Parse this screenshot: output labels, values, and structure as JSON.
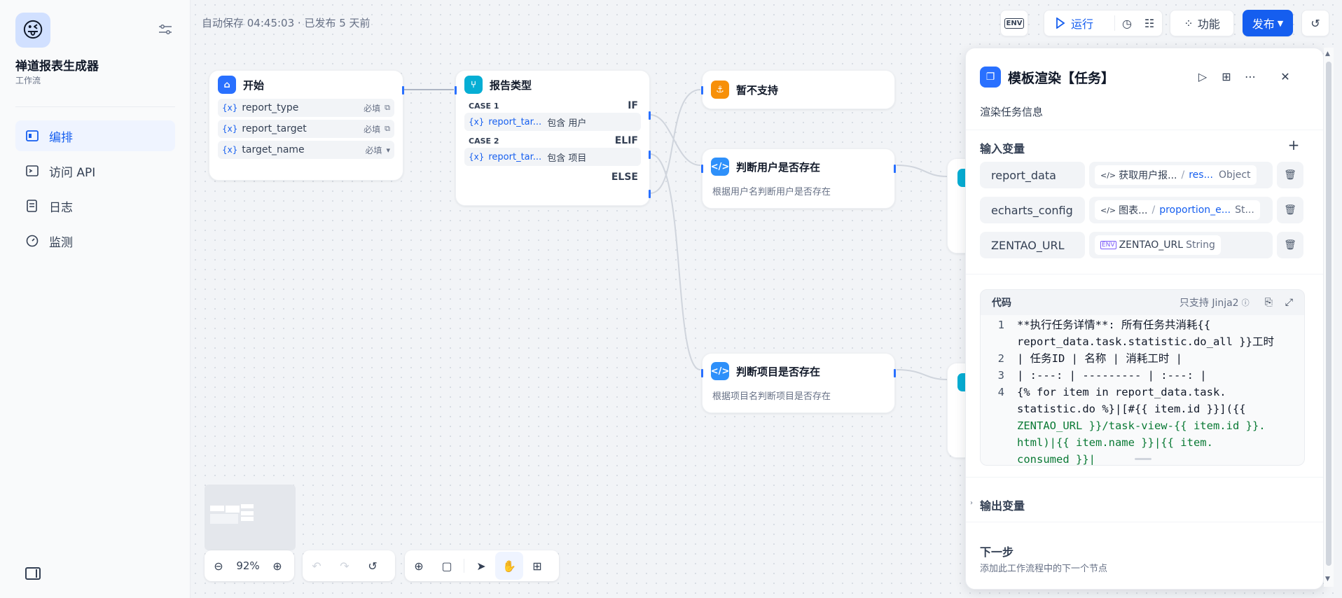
{
  "app": {
    "name": "禅道报表生成器",
    "type": "工作流",
    "logo": "😜"
  },
  "nav": [
    {
      "label": "编排",
      "icon": "layout-icon",
      "active": true
    },
    {
      "label": "访问 API",
      "icon": "terminal-icon",
      "active": false
    },
    {
      "label": "日志",
      "icon": "log-icon",
      "active": false
    },
    {
      "label": "监测",
      "icon": "monitor-icon",
      "active": false
    }
  ],
  "toolbar": {
    "autosave": "自动保存 04:45:03 · 已发布 5 天前",
    "env": "ENV",
    "run": "运行",
    "features": "功能",
    "publish": "发布"
  },
  "nodes": {
    "start": {
      "title": "开始",
      "vars": [
        {
          "name": "report_type",
          "req": "必填"
        },
        {
          "name": "report_target",
          "req": "必填"
        },
        {
          "name": "target_name",
          "req": "必填"
        }
      ]
    },
    "ifelse": {
      "title": "报告类型",
      "case1": "CASE 1",
      "case1_kw": "IF",
      "case1_var": "report_tar...",
      "case1_cond": "包含 用户",
      "case2": "CASE 2",
      "case2_kw": "ELIF",
      "case2_var": "report_tar...",
      "case2_cond": "包含 项目",
      "else_kw": "ELSE"
    },
    "unsupported": {
      "title": "暂不支持"
    },
    "check_user": {
      "title": "判断用户是否存在",
      "desc": "根据用户名判断用户是否存在"
    },
    "check_project": {
      "title": "判断项目是否存在",
      "desc": "根据项目名判断项目是否存在"
    }
  },
  "zoom": {
    "level": "92%"
  },
  "panel": {
    "title": "模板渲染【任务】",
    "desc": "渲染任务信息",
    "input_section": "输入变量",
    "inputs": [
      {
        "name": "report_data",
        "src": "获取用户报...",
        "sep": "/",
        "var": "res...",
        "type": "Object"
      },
      {
        "name": "echarts_config",
        "src": "图表...",
        "sep": "/",
        "var": "proportion_e...",
        "type": "St..."
      },
      {
        "name": "ZENTAO_URL",
        "src": "",
        "sep": "",
        "var": "ZENTAO_URL",
        "type": "String"
      }
    ],
    "code_label": "代码",
    "code_hint": "只支持 Jinja2",
    "code_lines": [
      {
        "n": "1",
        "t": "**执行任务详情**: 所有任务共消耗{{"
      },
      {
        "n": "",
        "t": "report_data.task.statistic.do_all }}工时"
      },
      {
        "n": "2",
        "t": "| 任务ID | 名称 | 消耗工时 |"
      },
      {
        "n": "3",
        "t": "| :---: | --------- | :---: |"
      },
      {
        "n": "4",
        "t": "{% for item in report_data.task."
      },
      {
        "n": "",
        "t": "statistic.do %}|[#{{ item.id }}]({{"
      },
      {
        "n": "",
        "t": "ZENTAO_URL }}/task-view-{{ item.id }}."
      },
      {
        "n": "",
        "t": "html)|{{ item.name }}|{{ item."
      },
      {
        "n": "",
        "t": "consumed }}|"
      }
    ],
    "output_section": "输出变量",
    "next_title": "下一步",
    "next_desc": "添加此工作流程中的下一个节点"
  }
}
